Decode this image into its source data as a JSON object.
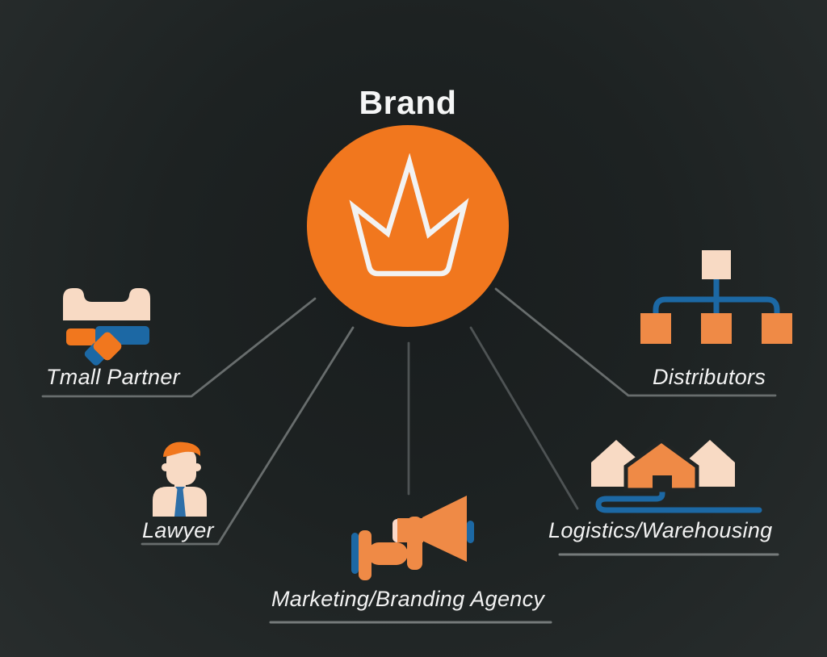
{
  "center": {
    "label": "Brand",
    "icon": "crown-icon"
  },
  "nodes": [
    {
      "label": "Tmall Partner",
      "icon": "tmall-handshake-icon"
    },
    {
      "label": "Lawyer",
      "icon": "lawyer-icon"
    },
    {
      "label": "Distributors",
      "icon": "distributor-network-icon"
    },
    {
      "label": "Logistics/Warehousing",
      "icon": "warehouse-icon"
    },
    {
      "label": "Marketing/Branding Agency",
      "icon": "megaphone-icon"
    }
  ],
  "colors": {
    "orange": "#F1771E",
    "orange_light": "#EF8A46",
    "peach": "#F8DAC4",
    "blue": "#1C68A4",
    "connector_gray": "#5d6262",
    "text": "#F2F2F2",
    "background": "#1D2222"
  }
}
